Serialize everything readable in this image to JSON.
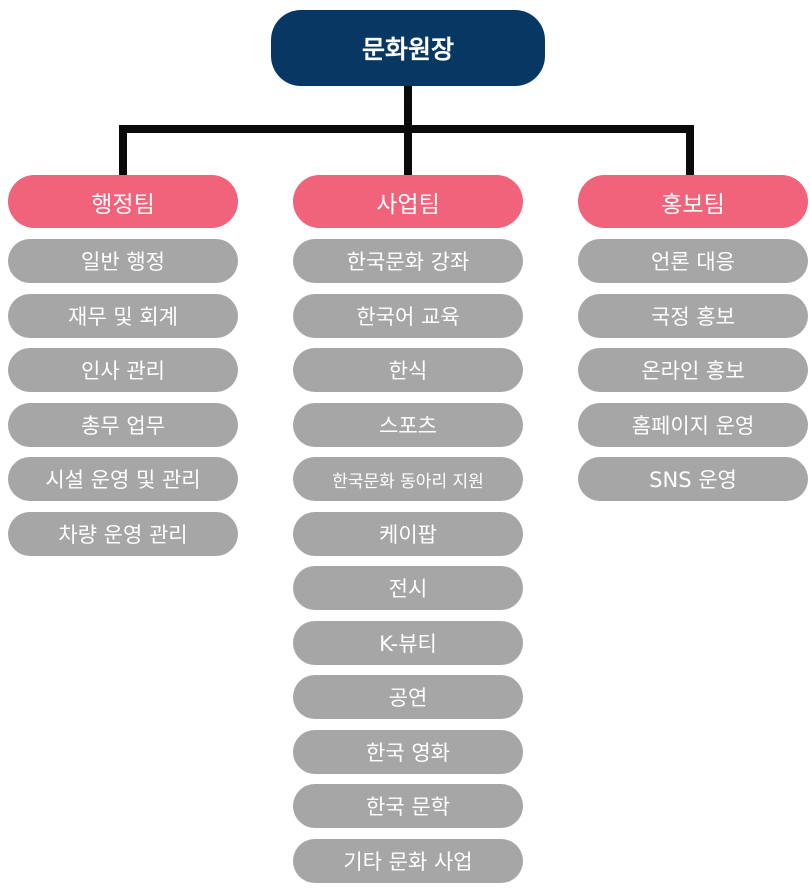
{
  "root": {
    "label": "문화원장"
  },
  "teams": [
    {
      "name": "행정팀",
      "tasks": [
        "일반 행정",
        "재무 및 회계",
        "인사 관리",
        "총무 업무",
        "시설 운영 및 관리",
        "차량 운영 관리"
      ]
    },
    {
      "name": "사업팀",
      "tasks": [
        "한국문화 강좌",
        "한국어 교육",
        "한식",
        "스포츠",
        "한국문화 동아리 지원",
        "케이팝",
        "전시",
        "K-뷰티",
        "공연",
        "한국 영화",
        "한국 문학",
        "기타 문화 사업"
      ]
    },
    {
      "name": "홍보팀",
      "tasks": [
        "언론 대응",
        "국정 홍보",
        "온라인 홍보",
        "홈페이지 운영",
        "SNS 운영"
      ]
    }
  ],
  "colors": {
    "root_fill": "#073863",
    "team_fill": "#F0637A",
    "task_fill": "#A6A6A6",
    "connector": "#0A0A0A"
  }
}
